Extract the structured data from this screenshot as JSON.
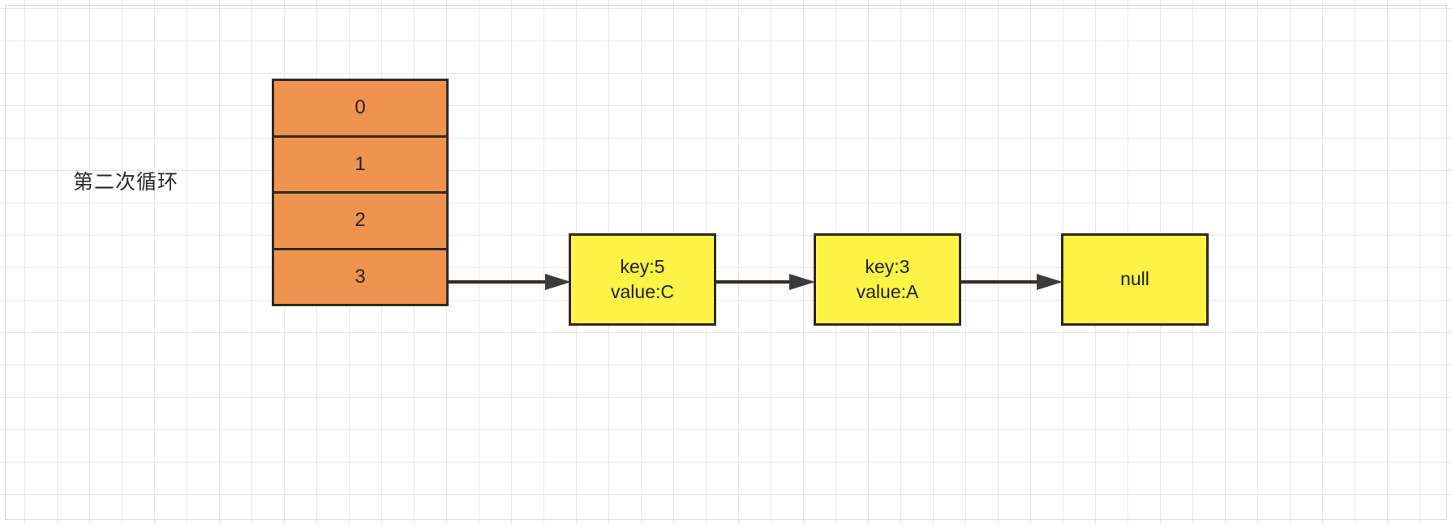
{
  "diagram": {
    "title_label": "第二次循环",
    "colors": {
      "bucket_fill": "#ef9450",
      "node_fill": "#fdf246",
      "stroke": "#33291f",
      "grid": "#e8e8e8",
      "background": "#ffffff"
    },
    "bucket_array": {
      "name": "hash-bucket-array",
      "cells": [
        {
          "index_label": "0"
        },
        {
          "index_label": "1"
        },
        {
          "index_label": "2"
        },
        {
          "index_label": "3"
        }
      ]
    },
    "linked_list": {
      "nodes": [
        {
          "line1": "key:5",
          "line2": "value:C"
        },
        {
          "line1": "key:3",
          "line2": "value:A"
        },
        {
          "line1": "null",
          "line2": ""
        }
      ]
    },
    "arrows": [
      {
        "name": "arrow-bucket3-to-node1"
      },
      {
        "name": "arrow-node1-to-node2"
      },
      {
        "name": "arrow-node2-to-node3"
      }
    ]
  }
}
